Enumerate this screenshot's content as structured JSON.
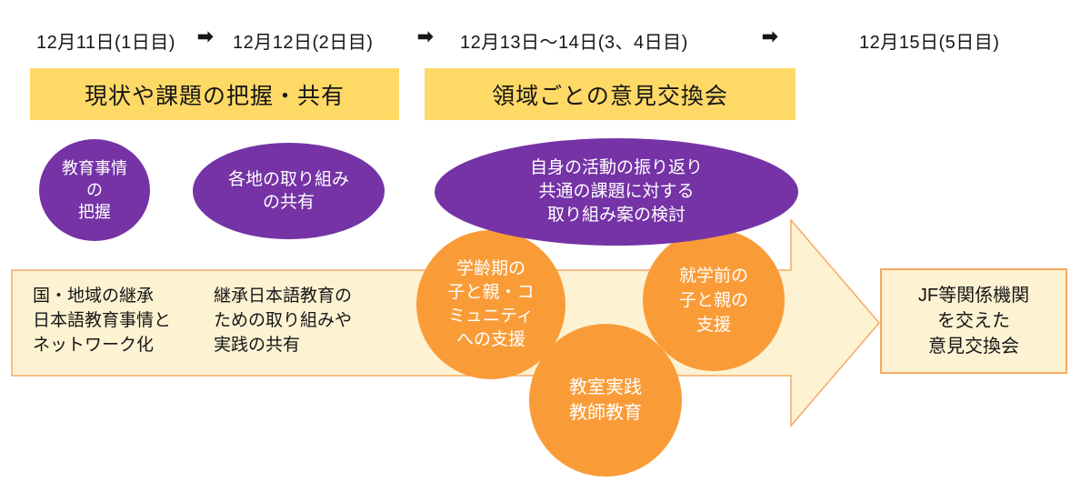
{
  "timeline": {
    "arrow_glyph": "➡",
    "dates": [
      {
        "label": "12月11日(1日目)"
      },
      {
        "label": "12月12日(2日目)"
      },
      {
        "label": "12月13日～14日(3、4日目)"
      },
      {
        "label": "12月15日(5日目)"
      }
    ]
  },
  "phases": [
    {
      "title": "現状や課題の把握・共有"
    },
    {
      "title": "領域ごとの意見交換会"
    }
  ],
  "purple_ellipses": [
    {
      "lines": [
        "教育事情",
        "の",
        "把握"
      ]
    },
    {
      "lines": [
        "各地の取り組み",
        "の共有"
      ]
    },
    {
      "lines": [
        "自身の活動の振り返り",
        "共通の課題に対する",
        "取り組み案の検討"
      ]
    }
  ],
  "arrow_band": {
    "texts": [
      {
        "lines": [
          "国・地域の継承",
          "日本語教育事情と",
          "ネットワーク化"
        ]
      },
      {
        "lines": [
          "継承日本語教育の",
          "ための取り組みや",
          "実践の共有"
        ]
      }
    ]
  },
  "orange_circles": [
    {
      "lines": [
        "学齢期の",
        "子と親・コ",
        "ミュニティ",
        "への支援"
      ]
    },
    {
      "lines": [
        "教室実践",
        "教師教育"
      ]
    },
    {
      "lines": [
        "就学前の",
        "子と親の",
        "支援"
      ]
    }
  ],
  "final_box": {
    "lines": [
      "JF等関係機関",
      "を交えた",
      "意見交換会"
    ]
  },
  "colors": {
    "phase_yellow": "#FFD966",
    "ellipse_purple": "#7533A6",
    "circle_orange": "#F99C38",
    "band_fill": "#FDF2D2",
    "band_border": "#F5A962",
    "text_dark": "#161616",
    "text_light": "#FFFFFF"
  }
}
